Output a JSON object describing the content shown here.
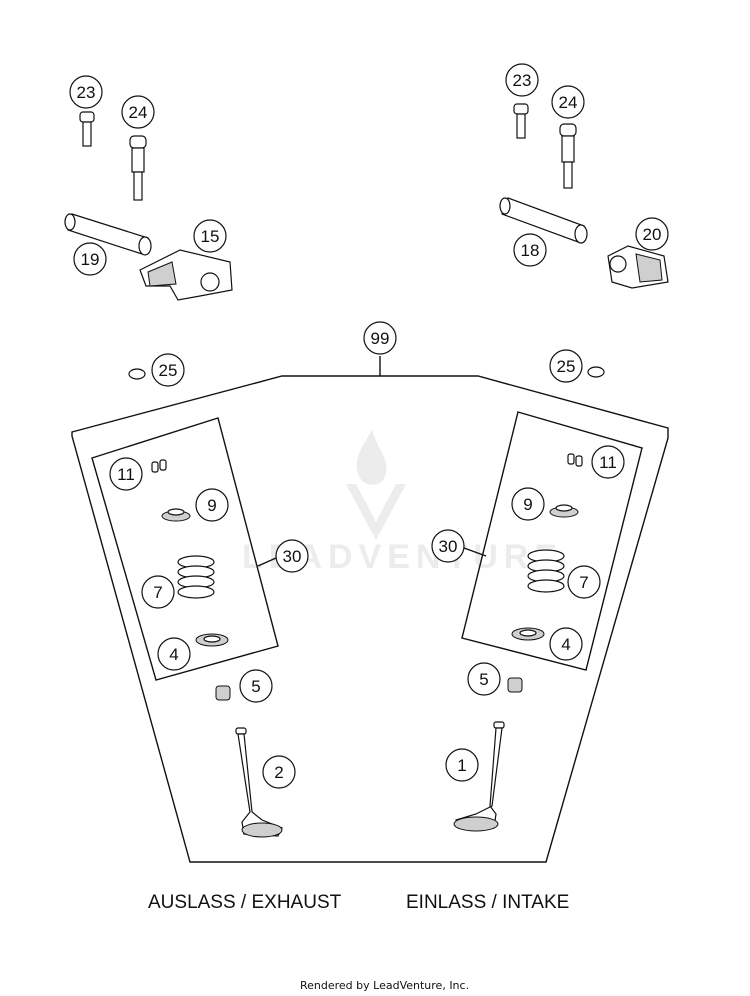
{
  "diagram": {
    "callouts": [
      {
        "id": "c23a",
        "label": "23"
      },
      {
        "id": "c24a",
        "label": "24"
      },
      {
        "id": "c19",
        "label": "19"
      },
      {
        "id": "c15",
        "label": "15"
      },
      {
        "id": "c23b",
        "label": "23"
      },
      {
        "id": "c24b",
        "label": "24"
      },
      {
        "id": "c18",
        "label": "18"
      },
      {
        "id": "c20",
        "label": "20"
      },
      {
        "id": "c99",
        "label": "99"
      },
      {
        "id": "c25a",
        "label": "25"
      },
      {
        "id": "c25b",
        "label": "25"
      },
      {
        "id": "c11a",
        "label": "11"
      },
      {
        "id": "c9a",
        "label": "9"
      },
      {
        "id": "c30a",
        "label": "30"
      },
      {
        "id": "c7a",
        "label": "7"
      },
      {
        "id": "c4a",
        "label": "4"
      },
      {
        "id": "c5a",
        "label": "5"
      },
      {
        "id": "c2",
        "label": "2"
      },
      {
        "id": "c11b",
        "label": "11"
      },
      {
        "id": "c9b",
        "label": "9"
      },
      {
        "id": "c30b",
        "label": "30"
      },
      {
        "id": "c7b",
        "label": "7"
      },
      {
        "id": "c4b",
        "label": "4"
      },
      {
        "id": "c5b",
        "label": "5"
      },
      {
        "id": "c1",
        "label": "1"
      }
    ],
    "captions": {
      "exhaust": "AUSLASS / EXHAUST",
      "intake": "EINLASS / INTAKE"
    },
    "watermark": "LEADVENTURE",
    "footer": "Rendered by LeadVenture, Inc."
  }
}
